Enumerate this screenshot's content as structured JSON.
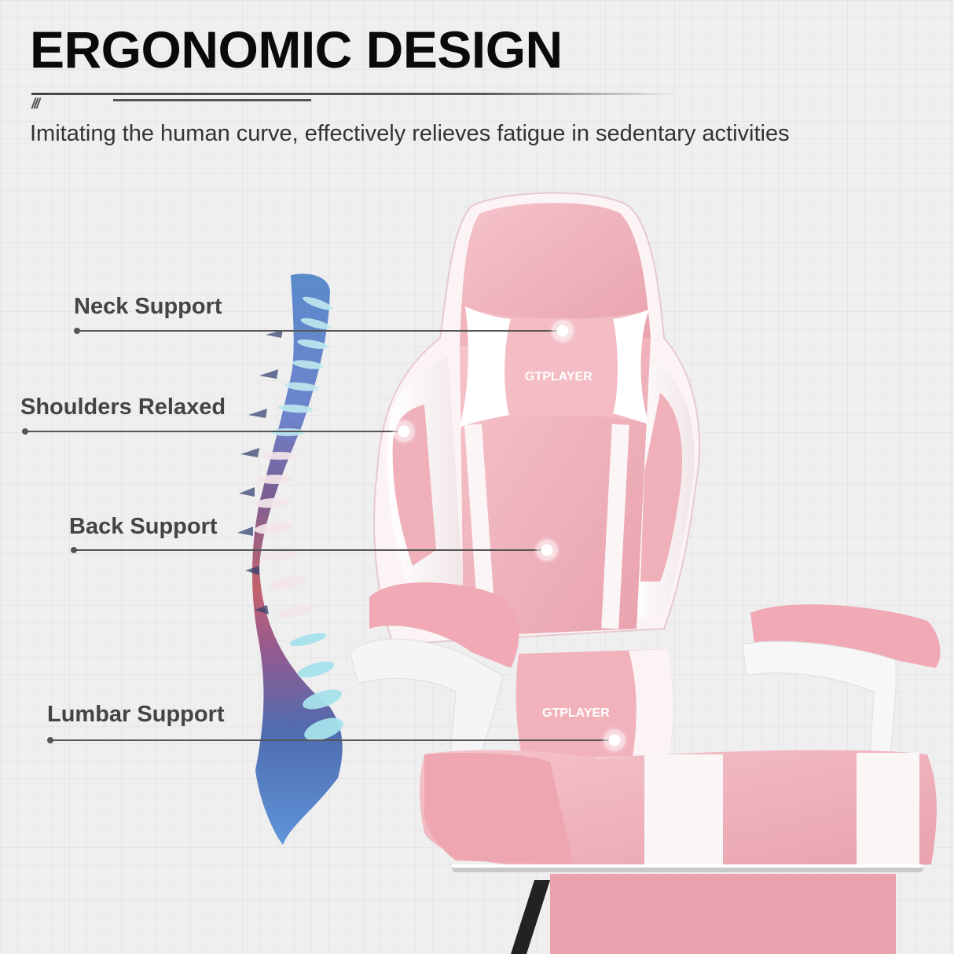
{
  "header": {
    "title": "ERGONOMIC DESIGN",
    "decor_slashes": "///",
    "subtitle": "Imitating the human curve, effectively relieves fatigue in sedentary activities"
  },
  "callouts": [
    {
      "label": "Neck Support"
    },
    {
      "label": "Shoulders Relaxed"
    },
    {
      "label": "Back Support"
    },
    {
      "label": "Lumbar Support"
    }
  ],
  "product": {
    "brand_logo_headrest": "GTPLAYER",
    "brand_logo_lumbar": "GTPLAYER",
    "colors": {
      "pink": "#f2b3bd",
      "pink_dark": "#e39aa7",
      "white": "#fbf7f7",
      "background": "#efefef",
      "text": "#444444"
    }
  }
}
